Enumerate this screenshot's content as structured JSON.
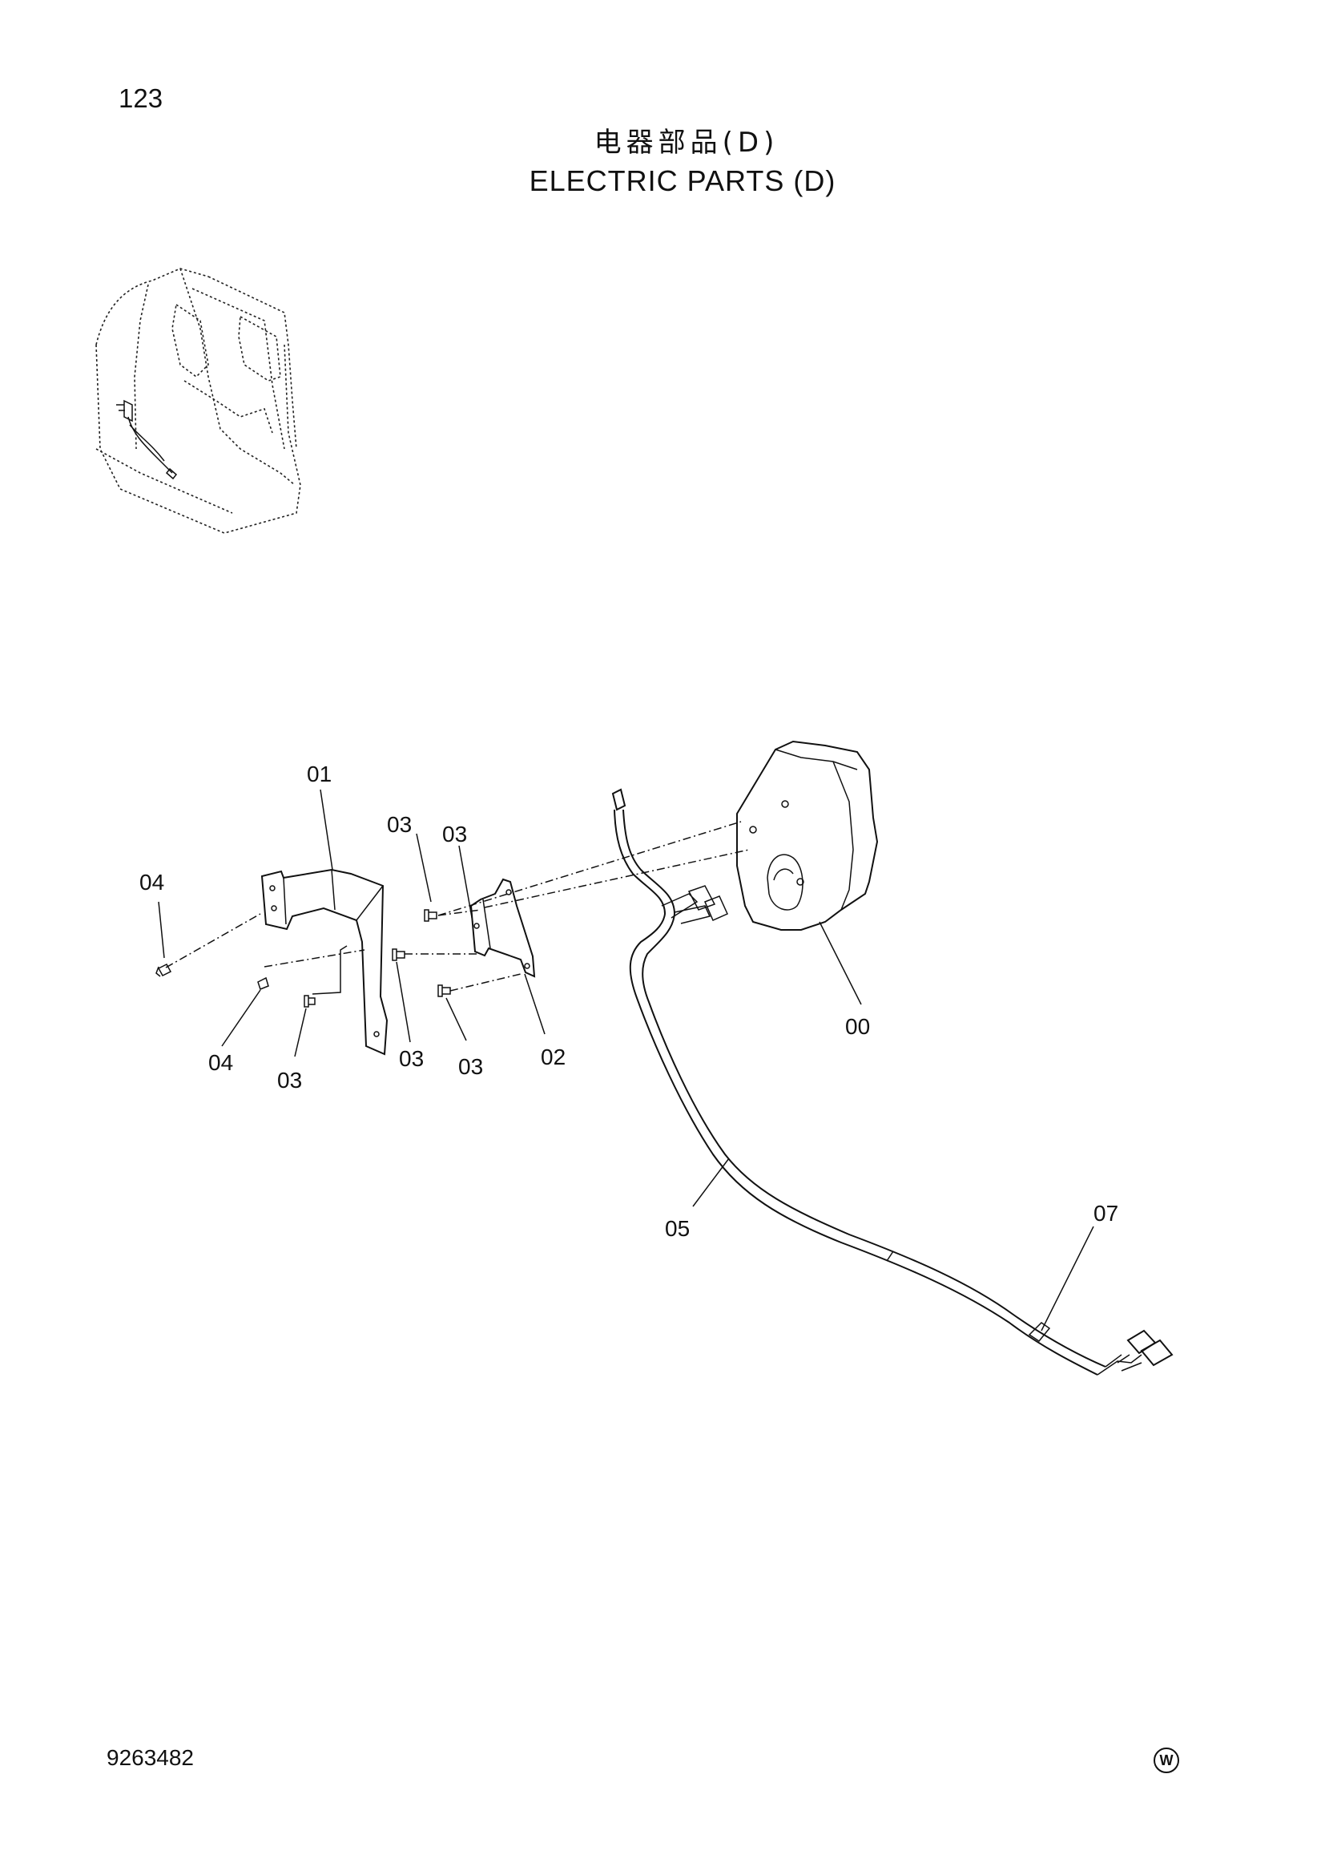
{
  "header": {
    "page_number": "123",
    "title_cn": "电器部品(D)",
    "title_en": "ELECTRIC PARTS (D)"
  },
  "callouts": {
    "p00": "00",
    "p01": "01",
    "p02": "02",
    "p03": "03",
    "p04": "04",
    "p05": "05",
    "p07": "07"
  },
  "footer": {
    "doc_number": "9263482",
    "mark": "W"
  }
}
